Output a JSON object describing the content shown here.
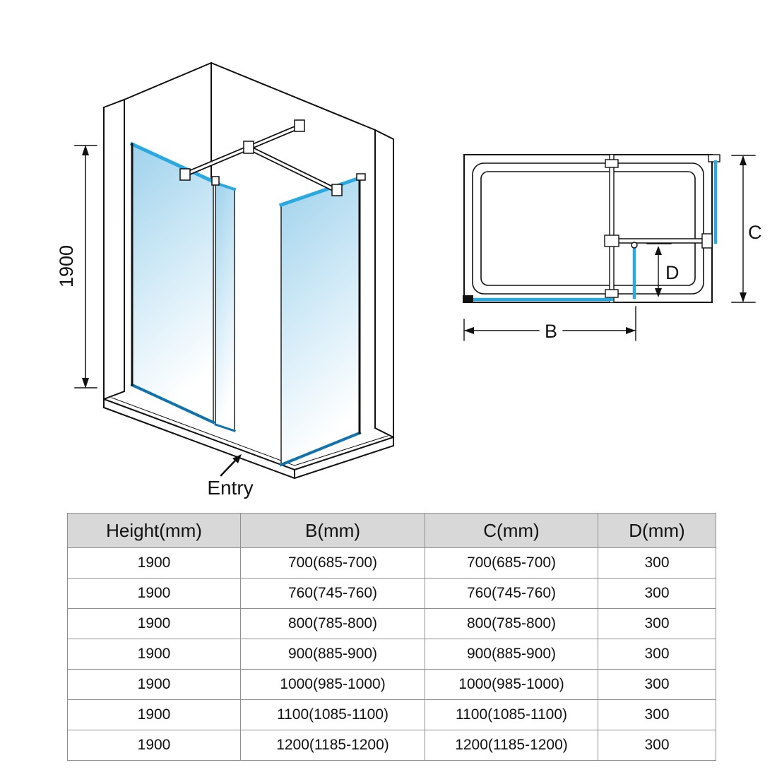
{
  "colors": {
    "glass_blue": "#2aa9e0",
    "glass_dark_blue": "#1173ad",
    "line": "#111111",
    "table_header_bg": "#d8d8d8"
  },
  "isometric_view": {
    "height_dimension_label": "1900",
    "entry_label": "Entry"
  },
  "plan_view": {
    "b_dimension_label": "B",
    "c_dimension_label": "C",
    "d_dimension_label": "D"
  },
  "table": {
    "headers": [
      "Height(mm)",
      "B(mm)",
      "C(mm)",
      "D(mm)"
    ],
    "rows": [
      [
        "1900",
        "700(685-700)",
        "700(685-700)",
        "300"
      ],
      [
        "1900",
        "760(745-760)",
        "760(745-760)",
        "300"
      ],
      [
        "1900",
        "800(785-800)",
        "800(785-800)",
        "300"
      ],
      [
        "1900",
        "900(885-900)",
        "900(885-900)",
        "300"
      ],
      [
        "1900",
        "1000(985-1000)",
        "1000(985-1000)",
        "300"
      ],
      [
        "1900",
        "1100(1085-1100)",
        "1100(1085-1100)",
        "300"
      ],
      [
        "1900",
        "1200(1185-1200)",
        "1200(1185-1200)",
        "300"
      ]
    ]
  }
}
